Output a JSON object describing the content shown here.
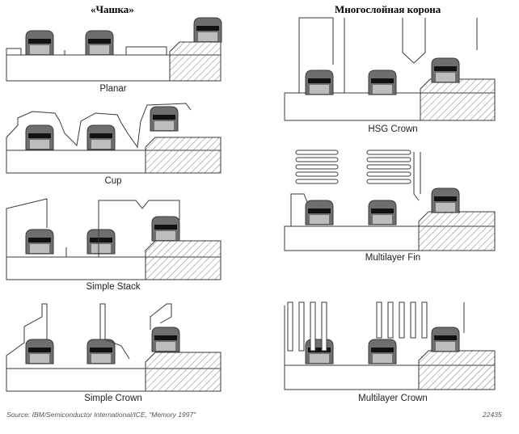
{
  "headers": {
    "left": "«Чашка»",
    "right": "Многослойная корона"
  },
  "captions": {
    "planar": "Planar",
    "cup": "Cup",
    "simple_stack": "Simple Stack",
    "simple_crown": "Simple Crown",
    "hsg_crown": "HSG Crown",
    "multilayer_fin": "Multilayer Fin",
    "multilayer_crown": "Multilayer Crown"
  },
  "footer": {
    "source": "Source: IBM/Semiconductor International/ICE, \"Memory 1997\"",
    "figure_number": "22435"
  },
  "colors": {
    "stroke": "#3a3a3a",
    "gate": "#6e6e6e",
    "gate_bar": "#111111",
    "hatch": "#7a7a7a"
  }
}
